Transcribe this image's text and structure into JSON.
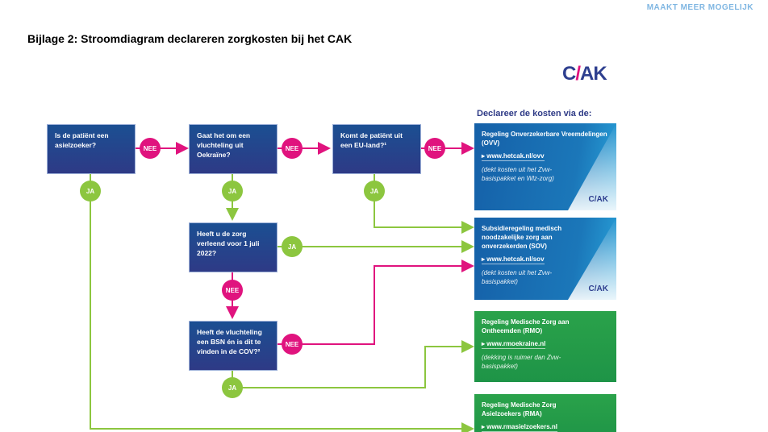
{
  "header": {
    "tagline": "MAAKT MEER MOGELIJK",
    "title": "Bijlage 2: Stroomdiagram declareren zorgkosten bij het CAK",
    "logo": {
      "part1": "C",
      "slash": "/",
      "part2": "AK"
    }
  },
  "questions": [
    {
      "id": "q1",
      "text": "Is de patiënt een asielzoeker?"
    },
    {
      "id": "q2",
      "text": "Gaat het om een vluchteling uit Oekraïne?"
    },
    {
      "id": "q3",
      "text": "Komt de patiënt uit een EU-land?¹"
    },
    {
      "id": "q4",
      "text": "Heeft u de zorg verleend voor 1 juli 2022?"
    },
    {
      "id": "q5",
      "text": "Heeft de vluchteling een BSN én is dit te vinden in de COV?²"
    }
  ],
  "labels": {
    "no": "NEE",
    "yes": "JA"
  },
  "declare_title": "Declareer de kosten via de:",
  "regulations": [
    {
      "title": "Regeling Onverzekerbare Vreemdelingen (OVV)",
      "link": "▸ www.hetcak.nl/ovv",
      "note": "(dekt kosten uit het Zvw-basispakket en Wlz-zorg)",
      "color": "#1560a8",
      "logo": "C/AK"
    },
    {
      "title": "Subsidieregeling medisch noodzakelijke zorg aan onverzekerden (SOV)",
      "link": "▸ www.hetcak.nl/sov",
      "note": "(dekt kosten uit het Zvw-basispakket)",
      "color": "#1560a8",
      "logo": "C/AK"
    },
    {
      "title": "Regeling Medische Zorg aan Ontheemden (RMO)",
      "link": "▸ www.rmoekraine.nl",
      "note": "(dekking is ruimer dan Zvw-basispakket)",
      "color": "#1e9447"
    },
    {
      "title": "Regeling Medische Zorg Asielzoekers (RMA)",
      "link": "▸ www.rmasielzoekers.nl",
      "note": "",
      "color": "#1e9447"
    }
  ],
  "colors": {
    "no": "#e0137e",
    "yes": "#8cc63f",
    "question": "#2e3a86"
  }
}
